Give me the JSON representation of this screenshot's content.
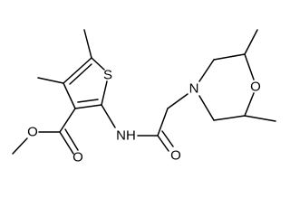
{
  "molecule": {
    "atoms": {
      "sulfur": "S",
      "ester_oxygen": "O",
      "carbonyl_oxygen_ester": "O",
      "amide_nitrogen": "NH",
      "amide_oxygen": "O",
      "morpholine_nitrogen": "N",
      "morpholine_oxygen": "O"
    }
  }
}
